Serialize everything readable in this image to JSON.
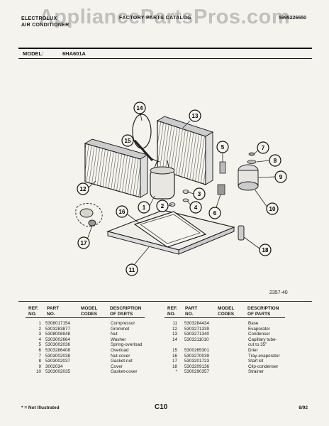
{
  "watermark": "AppliancePartsPros.com",
  "header": {
    "left_line1": "ELECTROLUX",
    "left_line2": "AIR CONDITIONER",
    "center": "FACTORY PARTS CATALOG",
    "right": "5995226650"
  },
  "model": {
    "label": "MODEL:",
    "value": "6HA601A"
  },
  "diagram_ref": "2357-40",
  "callouts": [
    "1",
    "2",
    "3",
    "4",
    "5",
    "6",
    "7",
    "8",
    "9",
    "10",
    "11",
    "12",
    "13",
    "14",
    "15",
    "16",
    "17",
    "18"
  ],
  "table_headers": {
    "ref_no": [
      "REF.",
      "NO."
    ],
    "part_no": [
      "PART",
      "NO."
    ],
    "model_codes": [
      "MODEL",
      "CODES"
    ],
    "description": [
      "DESCRIPTION",
      "OF PARTS"
    ]
  },
  "left_parts": [
    {
      "ref": "1",
      "part": "5308017154",
      "desc": "Compressor"
    },
    {
      "ref": "2",
      "part": "5303283877",
      "desc": "Grommet"
    },
    {
      "ref": "3",
      "part": "5308006948",
      "desc": "Nut"
    },
    {
      "ref": "4",
      "part": "5303002664",
      "desc": "Washer"
    },
    {
      "ref": "5",
      "part": "5303002036",
      "desc": "Spring-overload"
    },
    {
      "ref": "6",
      "part": "5303286408",
      "desc": "Overload"
    },
    {
      "ref": "7",
      "part": "5303002038",
      "desc": "Nut-cover"
    },
    {
      "ref": "8",
      "part": "5303002037",
      "desc": "Gasket-nut"
    },
    {
      "ref": "9",
      "part": "3002034",
      "desc": "Cover"
    },
    {
      "ref": "10",
      "part": "5303002035",
      "desc": "Gasket-cover"
    }
  ],
  "right_parts": [
    {
      "ref": "11",
      "part": "5303284434",
      "desc": "Base"
    },
    {
      "ref": "12",
      "part": "5303271339",
      "desc": "Evaporator"
    },
    {
      "ref": "13",
      "part": "5303271340",
      "desc": "Condenser"
    },
    {
      "ref": "14",
      "part": "5303211010",
      "desc": "Capillary tube-"
    },
    {
      "ref": "",
      "part": "",
      "desc": "cut to 35\""
    },
    {
      "ref": "15",
      "part": "5300265301",
      "desc": "Drier"
    },
    {
      "ref": "16",
      "part": "5303270039",
      "desc": "Tray-evaporator"
    },
    {
      "ref": "17",
      "part": "5303201723",
      "desc": "Start kit"
    },
    {
      "ref": "18",
      "part": "5303209136",
      "desc": "Clip-condenser"
    },
    {
      "ref": "*",
      "part": "5300290357",
      "desc": "Strainer"
    }
  ],
  "footer": {
    "note": "* = Not Illustrated",
    "page": "C10",
    "date": "8/92"
  }
}
